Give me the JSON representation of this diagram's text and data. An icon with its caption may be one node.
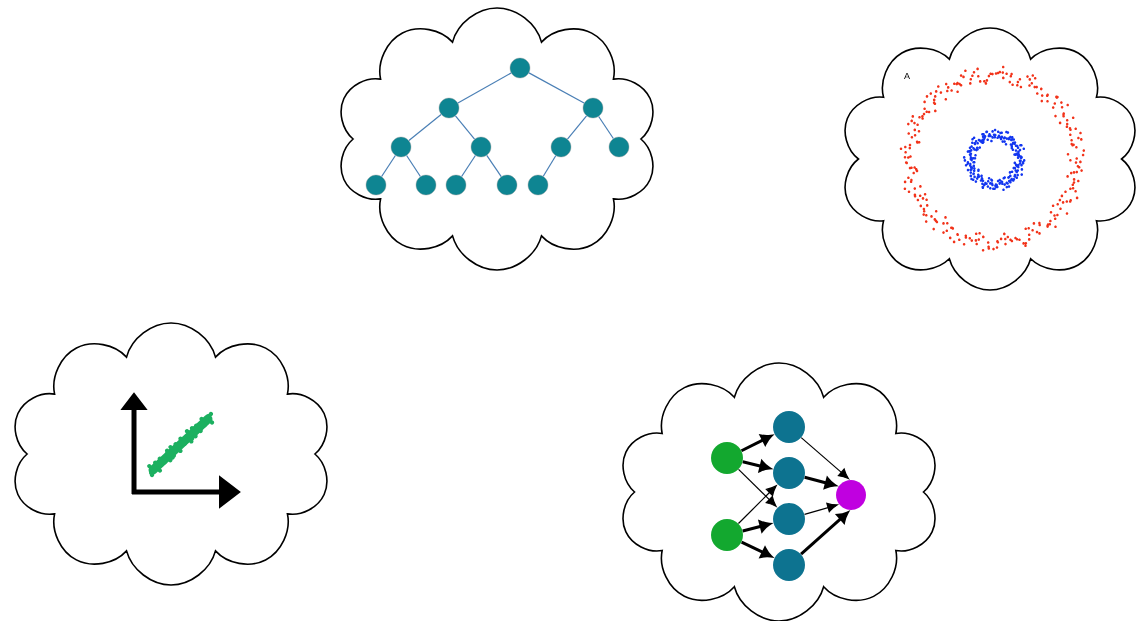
{
  "diagram": {
    "nodes": [
      {
        "text": [],
        "shape": "cloud"
      },
      {
        "text": [],
        "shape": "cloud"
      },
      {
        "text": [],
        "shape": "cloud"
      },
      {
        "text": [],
        "shape": "cloud"
      },
      {
        "text": [],
        "shape": "circle",
        "in": 0
      },
      {
        "text": [],
        "shape": "circle",
        "in": 0
      },
      {
        "text": [],
        "shape": "circle",
        "in": 0
      },
      {
        "text": [],
        "shape": "circle",
        "in": 0
      },
      {
        "text": [],
        "shape": "circle",
        "in": 0
      },
      {
        "text": [],
        "shape": "circle",
        "in": 0
      },
      {
        "text": [],
        "shape": "circle",
        "in": 0
      },
      {
        "text": [],
        "shape": "circle",
        "in": 0
      },
      {
        "text": [],
        "shape": "circle",
        "in": 0
      },
      {
        "text": [],
        "shape": "circle",
        "in": 0
      },
      {
        "text": [],
        "shape": "circle",
        "in": 0
      },
      {
        "text": [],
        "shape": "circle",
        "in": 0
      },
      {
        "text": [],
        "shape": "circle",
        "in": 3
      },
      {
        "text": [],
        "shape": "circle",
        "in": 3
      },
      {
        "text": [],
        "shape": "circle",
        "in": 3
      },
      {
        "text": [],
        "shape": "circle",
        "in": 3
      },
      {
        "text": [],
        "shape": "circle",
        "in": 3
      },
      {
        "text": [],
        "shape": "circle",
        "in": 3
      },
      {
        "text": [],
        "shape": "circle",
        "in": 3
      }
    ],
    "edges": [
      {
        "from": 4,
        "to": 5,
        "arrow": "none"
      },
      {
        "from": 4,
        "to": 6,
        "arrow": "none"
      },
      {
        "from": 5,
        "to": 7,
        "arrow": "none"
      },
      {
        "from": 5,
        "to": 8,
        "arrow": "none"
      },
      {
        "from": 6,
        "to": 9,
        "arrow": "none"
      },
      {
        "from": 6,
        "to": 10,
        "arrow": "none"
      },
      {
        "from": 7,
        "to": 11,
        "arrow": "none"
      },
      {
        "from": 7,
        "to": 12,
        "arrow": "none"
      },
      {
        "from": 8,
        "to": 13,
        "arrow": "none"
      },
      {
        "from": 8,
        "to": 14,
        "arrow": "none"
      },
      {
        "from": 9,
        "to": 15,
        "arrow": "none"
      },
      {
        "from": 16,
        "to": 18,
        "arrow": "to",
        "style": "thick",
        "color": "#000000"
      },
      {
        "from": 16,
        "to": 19,
        "arrow": "to",
        "style": "thick",
        "color": "#000000"
      },
      {
        "from": 16,
        "to": 20,
        "arrow": "to",
        "color": "#000000"
      },
      {
        "from": 17,
        "to": 19,
        "arrow": "to",
        "color": "#000000"
      },
      {
        "from": 17,
        "to": 20,
        "arrow": "to",
        "style": "thick",
        "color": "#000000"
      },
      {
        "from": 17,
        "to": 21,
        "arrow": "to",
        "style": "thick",
        "color": "#000000"
      },
      {
        "from": 18,
        "to": 22,
        "arrow": "to",
        "color": "#000000"
      },
      {
        "from": 19,
        "to": 22,
        "arrow": "to",
        "style": "thick",
        "color": "#000000"
      },
      {
        "from": 20,
        "to": 22,
        "arrow": "to",
        "color": "#000000"
      },
      {
        "from": 21,
        "to": 22,
        "arrow": "to",
        "style": "thick",
        "color": "#000000"
      }
    ],
    "labels": [
      "A"
    ]
  }
}
